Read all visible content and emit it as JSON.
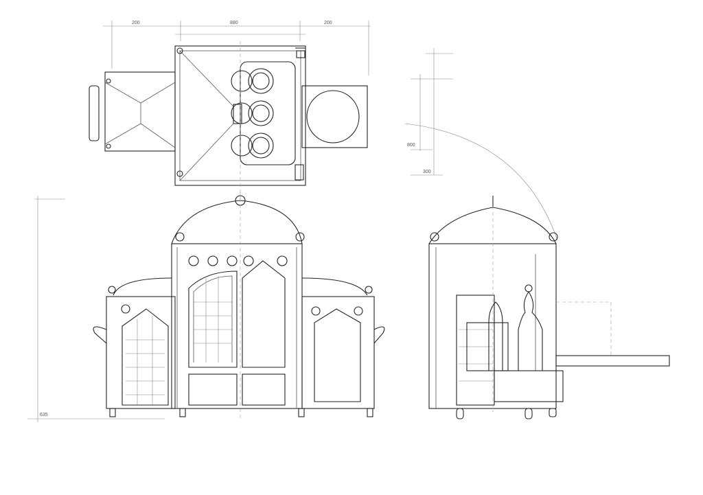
{
  "drawing": {
    "dimensions": {
      "top_left": "200",
      "top_middle": "880",
      "top_right": "200",
      "side_vertical": "800",
      "side_horizontal": "300",
      "height_left": "635"
    }
  }
}
